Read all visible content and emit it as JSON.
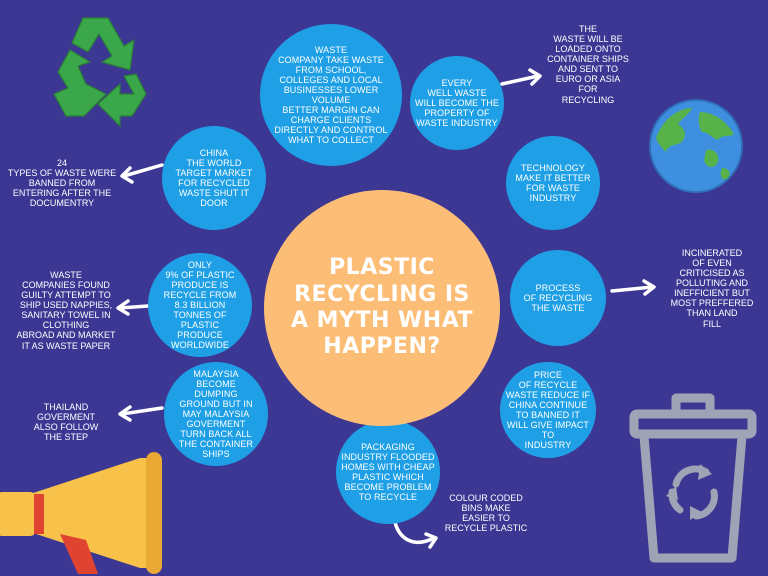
{
  "colors": {
    "background": "#3d3794",
    "bubble": "#1fa0e6",
    "center": "#fcbd76",
    "recycle_green": "#3aa84a",
    "bin_gray": "#9ea3b5",
    "megaphone_yellow": "#f7c14a",
    "megaphone_red": "#e0432f"
  },
  "title": "PLASTIC\nRECYCLING IS\nA MYTH WHAT\nHAPPEN?",
  "bubbles": {
    "waste_company": "WASTE\nCOMPANY TAKE WASTE\nFROM SCHOOL,\nCOLLEGES AND LOCAL\nBUSINESSES LOWER\nVOLUME\nBETTER MARGIN CAN\nCHARGE CLIENTS\nDIRECTLY AND CONTROL\nWHAT TO COLLECT",
    "every_well": "EVERY\nWELL WASTE\nWILL BECOME THE\nPROPERTY OF\nWASTE INDUSTRY",
    "china": "CHINA\nTHE WORLD\nTARGET MARKET\nFOR RECYCLED\nWASTE SHUT IT\nDOOR",
    "technology": "TECHNOLOGY\nMAKE IT BETTER\nFOR WASTE\nINDUSTRY",
    "only_9": "ONLY\n9% OF PLASTIC\nPRODUCE IS\nRECYCLE FROM\n8.3 BILLION\nTONNES OF\nPLASTIC\nPRODUCE\nWORLDWIDE",
    "process": "PROCESS\nOF RECYCLING\nTHE WASTE",
    "malaysia": "MALAYSIA\nBECOME\nDUMPING\nGROUND BUT IN\nMAY MALAYSIA\nGOVERMENT\nTURN BACK ALL\nTHE CONTAINER\nSHIPS",
    "price": "PRICE\nOF RECYCLE\nWASTE REDUCE IF\nCHINA CONTINUE\nTO BANNED IT\nWILL GIVE IMPACT\nTO\nINDUSTRY",
    "packaging": "PACKAGING\nINDUSTRY FLOODED\nHOMES WITH CHEAP\nPLASTIC WHICH\nBECOME PROBLEM\nTO RECYCLE"
  },
  "notes": {
    "container_ships": "THE\nWASTE WILL BE\nLOADED ONTO\nCONTAINER SHIPS\nAND SENT TO\nEURO OR ASIA\nFOR\nRECYCLING",
    "types_banned": "24\nTYPES OF WASTE WERE\nBANNED FROM\nENTERING AFTER THE\nDOCUMENTRY",
    "companies_guilty": "WASTE\nCOMPANIES FOUND\nGUILTY ATTEMPT TO\nSHIP USED NAPPIES,\nSANITARY TOWEL IN\nCLOTHING\nABROAD AND MARKET\nIT AS WASTE PAPER",
    "incinerated": "INCINERATED\nOF EVEN\nCRITICISED AS\nPOLLUTING AND\nINEFFICIENT BUT\nMOST PREFFERED\nTHAN LAND\nFILL",
    "thailand": "THAILAND\nGOVERMENT\nALSO FOLLOW\nTHE STEP",
    "colour_coded": "COLOUR CODED\nBINS MAKE\nEASIER TO\nRECYCLE PLASTIC"
  },
  "icons": [
    "recycle-icon",
    "globe-icon",
    "trash-bin-icon",
    "megaphone-icon",
    "arrow-icon"
  ]
}
